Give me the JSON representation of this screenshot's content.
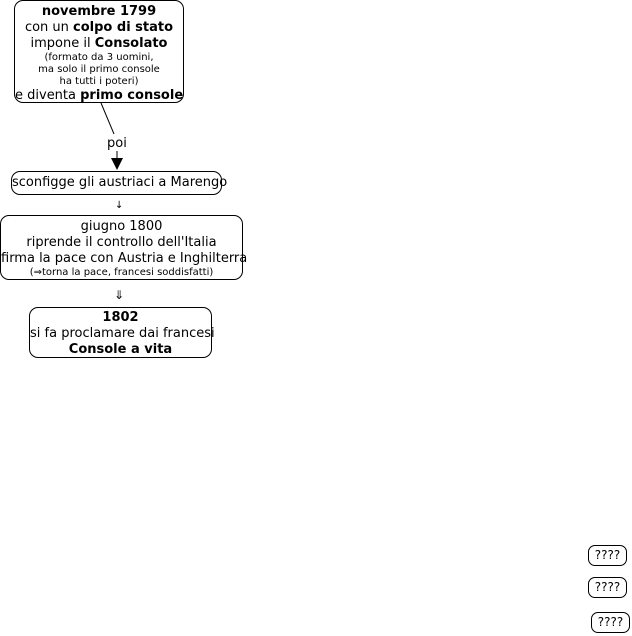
{
  "nodes": {
    "n1799": {
      "l1": "novembre 1799",
      "l2a": "con un ",
      "l2b": "colpo di stato",
      "l3a": "impone il ",
      "l3b": "Consolato",
      "l4": "(formato da 3 uomini,",
      "l5": "ma solo il primo console",
      "l6": "ha tutti i poteri)",
      "l7a": "e diventa ",
      "l7b": "primo console"
    },
    "marengo": {
      "text": "sconfigge gli austriaci a Marengo"
    },
    "n1800": {
      "l1": "giugno 1800",
      "l2": "riprende il controllo dell'Italia",
      "l3": "firma la pace con Austria e Inghilterra",
      "l4": "(⇒torna la pace, francesi soddisfatti)"
    },
    "n1802": {
      "l1": "1802",
      "l2": "si fa proclamare dai francesi",
      "l3": "Console a vita"
    }
  },
  "links": {
    "poi": "poi",
    "arrow_small": "↓",
    "arrow_double": "⇓"
  },
  "placeholders": [
    "????",
    "????",
    "????"
  ]
}
